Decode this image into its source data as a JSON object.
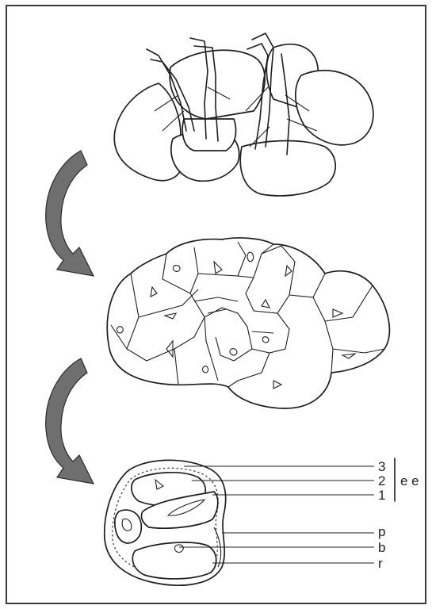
{
  "labels": {
    "layer_3": "3",
    "layer_2": "2",
    "layer_1": "1",
    "group_ee": "e e",
    "p": "p",
    "b": "b",
    "r": "r"
  },
  "colors": {
    "frame": "#3a3a3a",
    "line": "#1e1e1e",
    "arrow_fill": "#6f6f6f"
  }
}
